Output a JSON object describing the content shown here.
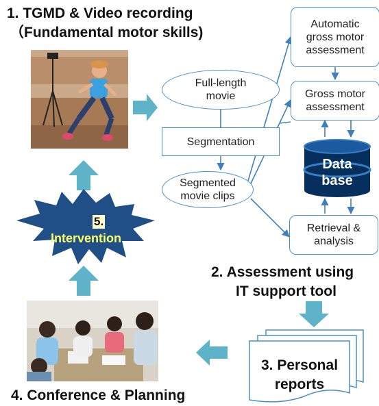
{
  "titles": {
    "step1_line1": "1. TGMD & Video recording",
    "step1_line2": "（Fundamental motor skills)",
    "step2_line1": "2. Assessment using",
    "step2_line2": "IT support tool",
    "step3_line1": "3. Personal",
    "step3_line2": "reports",
    "step4": "4. Conference & Planning",
    "step5_number": "5.",
    "step5_label": "Intervention"
  },
  "nodes": {
    "full_length_line1": "Full-length",
    "full_length_line2": "movie",
    "segmentation": "Segmentation",
    "segmented_line1": "Segmented",
    "segmented_line2": "movie clips",
    "auto_line1": "Automatic",
    "auto_line2": "gross motor",
    "auto_line3": "assessment",
    "gross_line1": "Gross motor",
    "gross_line2": "assessment",
    "retrieval_line1": "Retrieval &",
    "retrieval_line2": "analysis",
    "database_line1": "Data",
    "database_line2": "base"
  },
  "colors": {
    "arrow_teal": "#5fb3c9",
    "line_blue": "#3f7fbf",
    "border_blue": "#4a90c8",
    "star_blue": "#1f4f86",
    "intervention_yellow": "#ffff66"
  }
}
